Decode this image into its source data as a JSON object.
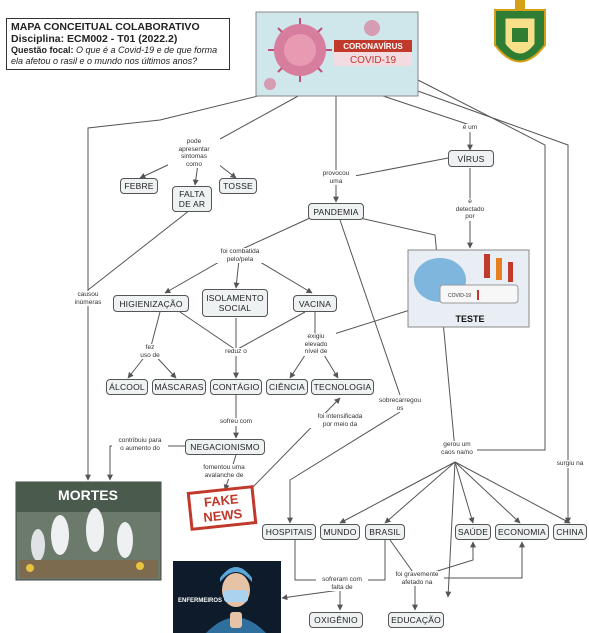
{
  "header": {
    "title": "MAPA CONCEITUAL COLABORATIVO",
    "discipline": "Disciplina: ECM002 - T01 (2022.2)",
    "focal_label": "Questão focal:",
    "focal_question": "O que é a Covid-19 e de que forma ela afetou o rasil e o mundo nos últimos anos?"
  },
  "images": {
    "corona_line1": "CORONAVÍRUS",
    "corona_line2": "COVID-19",
    "teste": "TESTE",
    "teste_small": "COVID-19",
    "mortes": "MORTES",
    "fake1": "FAKE",
    "fake2": "NEWS",
    "enfermeiros": "ENFERMEIROS"
  },
  "nodes": {
    "virus": "VÍRUS",
    "febre": "FEBRE",
    "falta_ar_1": "FALTA",
    "falta_ar_2": "DE AR",
    "tosse": "TOSSE",
    "pandemia": "PANDEMIA",
    "higienizacao": "HIGIENIZAÇÃO",
    "isolamento_1": "ISOLAMENTO",
    "isolamento_2": "SOCIAL",
    "vacina": "VACINA",
    "alcool": "ÁLCOOL",
    "mascaras": "MÁSCARAS",
    "contagio": "CONTÁGIO",
    "ciencia": "CIÊNCIA",
    "tecnologia": "TECNOLOGIA",
    "negacionismo": "NEGACIONISMO",
    "hospitais": "HOSPITAIS",
    "mundo": "MUNDO",
    "brasil": "BRASIL",
    "saude": "SAÚDE",
    "economia": "ECONOMIA",
    "china": "CHINA",
    "oxigenio": "OXIGÊNIO",
    "educacao": "EDUCAÇÃO"
  },
  "edge_labels": {
    "e_um": "é um",
    "pode_apresentar": "pode\napresentar\nsintomas\ncomo",
    "provocou": "provocou\numa",
    "detectado": "é\ndetectado\npor",
    "combatida": "foi combatida\npelo/pela",
    "causou": "causou\ninúmeras",
    "fez_uso": "fez\nuso de",
    "reduz": "reduz o",
    "exigiu": "exigiu\nelevado\nnível de",
    "sobrecarregou": "sobrecarregou\nos",
    "sofreu": "sofreu com",
    "intensificada": "foi intensificada\npor meio da",
    "contribuiu": "contribuiu para\no aumento do",
    "fomentou": "fomentou uma\navalanche de",
    "gerou": "gerou um\ncaos na/no",
    "surgiu": "surgiu na",
    "sofreram": "sofreram com\nfalta de",
    "afetado": "foi gravemente\nafetado na"
  },
  "colors": {
    "node_fill": "#eef2f3",
    "node_border": "#555555",
    "line": "#555555",
    "corona_red": "#c0392b",
    "fake_red": "#c0392b",
    "emblem_green": "#2e7d32",
    "emblem_gold": "#d4a017"
  }
}
